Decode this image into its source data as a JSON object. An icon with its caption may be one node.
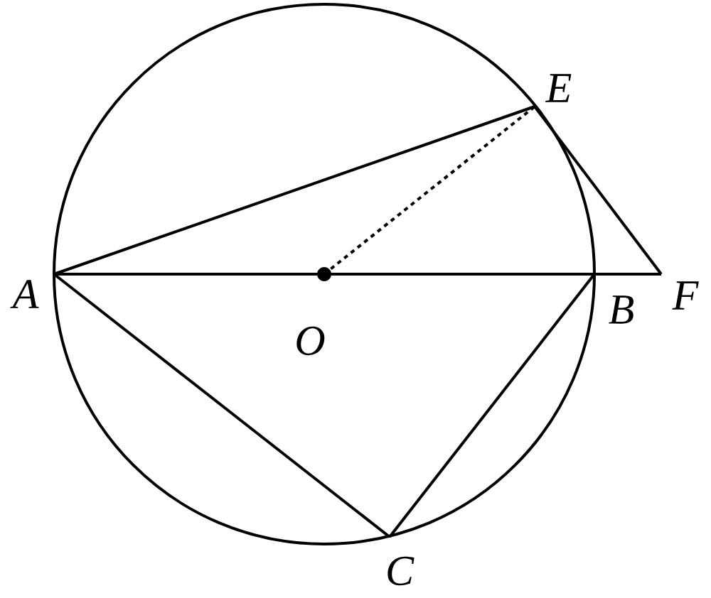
{
  "diagram": {
    "nodes": [
      {
        "text": [
          "E"
        ]
      },
      {
        "text": [
          "A"
        ]
      },
      {
        "text": [
          "O"
        ]
      },
      {
        "text": [
          "B"
        ]
      },
      {
        "text": [
          "F"
        ]
      },
      {
        "text": [
          "C"
        ]
      }
    ],
    "edges": [
      {
        "from": 1,
        "to": 0,
        "arrow": "none"
      },
      {
        "from": 2,
        "to": 0,
        "arrow": "none",
        "style": "dashed"
      },
      {
        "from": 0,
        "to": 4,
        "arrow": "none"
      },
      {
        "from": 1,
        "to": 4,
        "arrow": "none"
      },
      {
        "from": 1,
        "to": 5,
        "arrow": "none"
      },
      {
        "from": 3,
        "to": 5,
        "arrow": "none"
      }
    ]
  }
}
